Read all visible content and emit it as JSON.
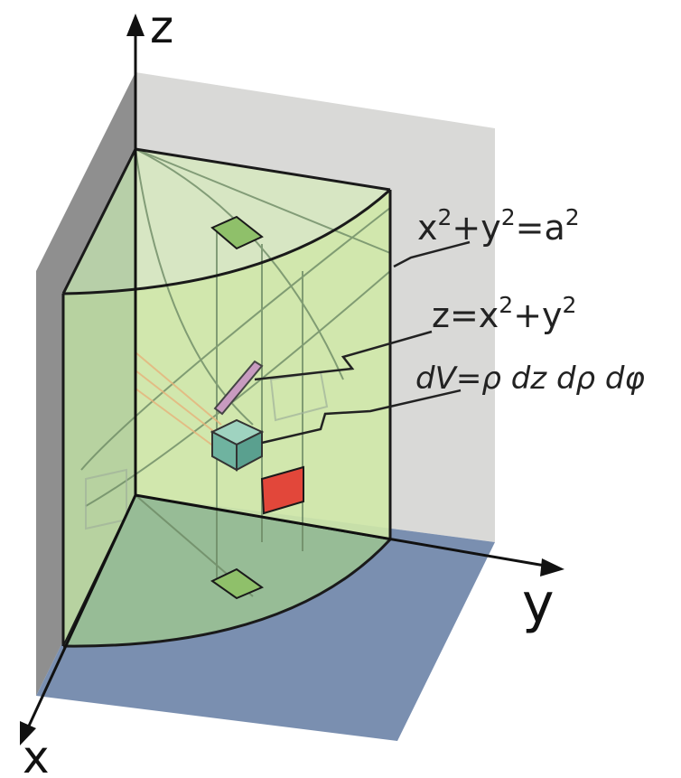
{
  "axes": {
    "z_label": "z",
    "y_label": "y",
    "x_label": "x"
  },
  "labels": {
    "cylinder_wall": {
      "t1": "x",
      "s1": "2",
      "t2": "+y",
      "s2": "2",
      "t3": "=a",
      "s3": "2"
    },
    "paraboloid": {
      "t1": "z=x",
      "s1": "2",
      "t2": "+y",
      "s2": "2"
    },
    "volume_element": "dV=ρ dz dρ dφ"
  },
  "colors": {
    "back_wall": "#d9d9d7",
    "side_wall": "#8f8f8f",
    "floor": "#7a8fb0",
    "solid_fill": "#cfe8a8",
    "element_red": "#e2473a",
    "element_cube": "#6fb3a0",
    "element_patch": "#8fc06a"
  }
}
